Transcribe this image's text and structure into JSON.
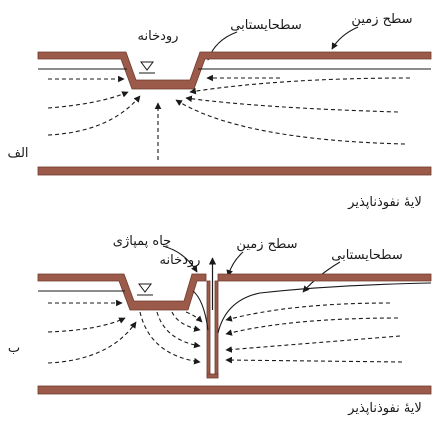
{
  "colors": {
    "ground": "#9c5b4a",
    "ground_edge": "#6e3b2e",
    "line": "#1a1a1a"
  },
  "panel_a": {
    "ground_surface": "سطح زمین",
    "water_table": "سطحایستابی",
    "river": "رودخانه",
    "marker": "الف",
    "impermeable_layer": "لایهٔ نفوذناپذیر"
  },
  "panel_b": {
    "pumping_well": "چاه پمپاژی",
    "ground_surface": "سطح زمین",
    "water_table": "سطحایستابی",
    "river": "رودخانه",
    "marker": "ب",
    "impermeable_layer": "لایهٔ نفوذناپذیر"
  }
}
